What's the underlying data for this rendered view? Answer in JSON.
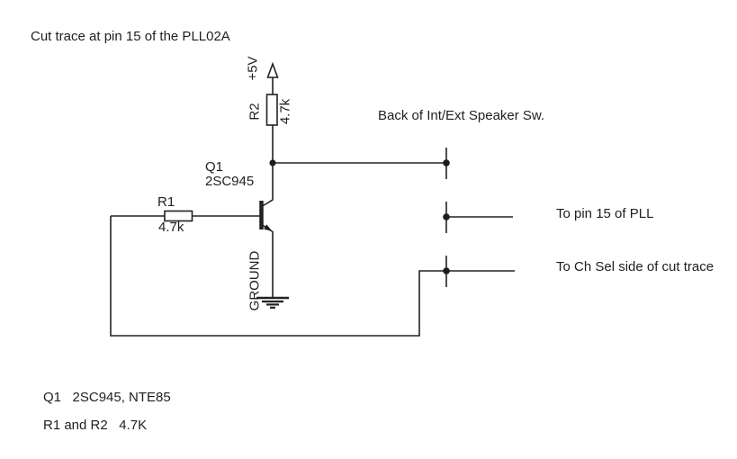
{
  "colors": {
    "background": "#ffffff",
    "ink": "#1f1f1f"
  },
  "title": "Cut trace at pin 15 of the PLL02A",
  "power": {
    "supply_label": "+5V"
  },
  "components": {
    "r2": {
      "ref": "R2",
      "value": "4.7k"
    },
    "q1": {
      "ref": "Q1",
      "part": "2SC945"
    },
    "r1": {
      "ref": "R1",
      "value": "4.7k"
    },
    "ground": {
      "label": "GROUND"
    }
  },
  "switch": {
    "label": "Back of Int/Ext Speaker Sw.",
    "contact2_label": "To pin 15 of PLL",
    "contact3_label": "To Ch Sel side of cut trace"
  },
  "notes": {
    "q1_note": "Q1   2SC945, NTE85",
    "resistor_note": "R1 and R2   4.7K"
  }
}
